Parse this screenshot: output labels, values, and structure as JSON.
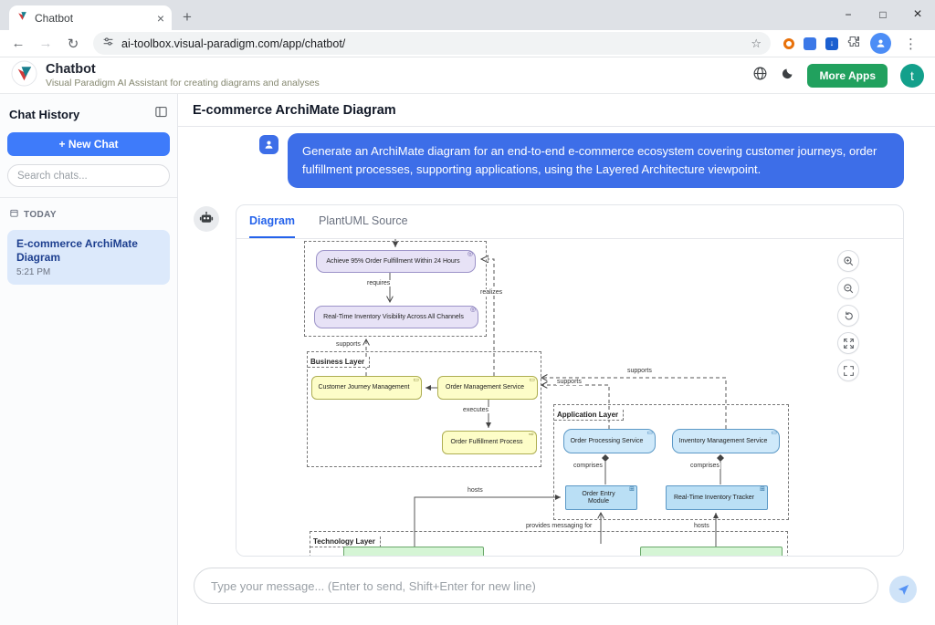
{
  "colors": {
    "accent_blue": "#3e7bfa",
    "bubble_blue": "#3d6ee8",
    "tab_active_blue": "#2563eb",
    "more_apps_green": "#21a15e",
    "profile_teal": "#13a08b",
    "selected_chat_bg": "#dce9fb",
    "goal_fill": "#e7e2f6",
    "business_fill": "#fdfdc8",
    "app_service_fill": "#cfe9fa",
    "app_component_fill": "#badff5",
    "technology_fill": "#d5f5d5"
  },
  "browser": {
    "tab_title": "Chatbot",
    "url": "ai-toolbox.visual-paradigm.com/app/chatbot/"
  },
  "glyphs": {
    "back": "←",
    "forward": "→",
    "reload": "↻",
    "star": "☆",
    "menu": "⋮",
    "minimize": "−",
    "maximize": "□",
    "close": "×",
    "new_tab": "+",
    "arrow_down": "↓",
    "goal_icon": "◎",
    "service_icon": "▭",
    "process_icon": "⇨",
    "component_icon": "⊞"
  },
  "header": {
    "title": "Chatbot",
    "subtitle": "Visual Paradigm AI Assistant for creating diagrams and analyses",
    "more_apps_label": "More Apps",
    "profile_letter": "t"
  },
  "sidebar": {
    "title": "Chat History",
    "new_chat_label": "+ New Chat",
    "search_placeholder": "Search chats...",
    "section_label": "TODAY",
    "chats": [
      {
        "title": "E-commerce ArchiMate Diagram",
        "time": "5:21 PM"
      }
    ]
  },
  "main": {
    "page_title": "E-commerce ArchiMate Diagram",
    "user_message": "Generate an ArchiMate diagram for an end-to-end e-commerce ecosystem covering customer journeys, order fulfillment processes, supporting applications, using the Layered Architecture viewpoint.",
    "tabs": [
      {
        "label": "Diagram"
      },
      {
        "label": "PlantUML Source"
      }
    ],
    "composer_placeholder": "Type your message... (Enter to send, Shift+Enter for new line)"
  },
  "diagram": {
    "groups": {
      "business": {
        "label": "Business Layer"
      },
      "application": {
        "label": "Application Layer"
      },
      "technology": {
        "label": "Technology Layer"
      }
    },
    "nodes": {
      "goal1": {
        "label": "Achieve 95% Order Fulfillment Within 24 Hours"
      },
      "goal2": {
        "label": "Real-Time Inventory Visibility Across All Channels"
      },
      "customer_journey": {
        "label": "Customer Journey Management"
      },
      "order_mgmt": {
        "label": "Order Management Service"
      },
      "order_fulfillment": {
        "label": "Order Fulfillment Process"
      },
      "order_processing": {
        "label": "Order Processing Service"
      },
      "inventory_mgmt": {
        "label": "Inventory Management Service"
      },
      "order_entry": {
        "label": "Order Entry Module"
      },
      "inventory_tracker": {
        "label": "Real-Time Inventory Tracker"
      }
    },
    "edge_labels": {
      "requires": "requires",
      "realizes": "realizes",
      "supports_motivation": "supports",
      "supports_ops": "supports",
      "supports_ims": "supports",
      "executes": "executes",
      "comprises_left": "comprises",
      "comprises_right": "comprises",
      "hosts_left": "hosts",
      "hosts_right": "hosts",
      "provides": "provides messaging for"
    }
  }
}
